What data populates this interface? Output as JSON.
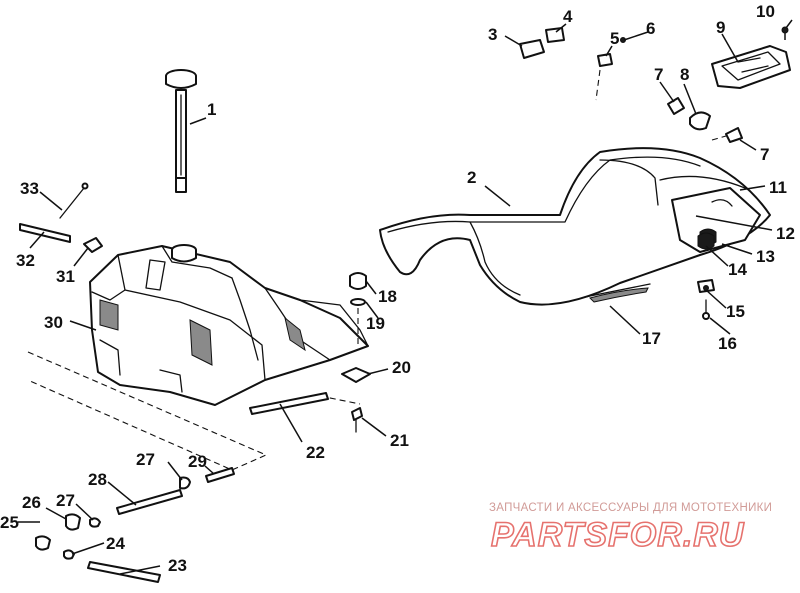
{
  "callouts": [
    "1",
    "2",
    "3",
    "4",
    "5",
    "6",
    "7",
    "7",
    "8",
    "9",
    "10",
    "11",
    "12",
    "13",
    "14",
    "15",
    "16",
    "17",
    "18",
    "19",
    "20",
    "21",
    "22",
    "23",
    "24",
    "25",
    "26",
    "27",
    "27",
    "28",
    "29",
    "30",
    "31",
    "32",
    "33"
  ],
  "watermark": {
    "subtitle": "ЗАПЧАСТИ И АКСЕССУАРЫ ДЛЯ МОТОТЕХНИКИ",
    "logo": "PARTSFOR.RU"
  },
  "colors": {
    "line": "#111111",
    "watermark": "#e25a55"
  }
}
